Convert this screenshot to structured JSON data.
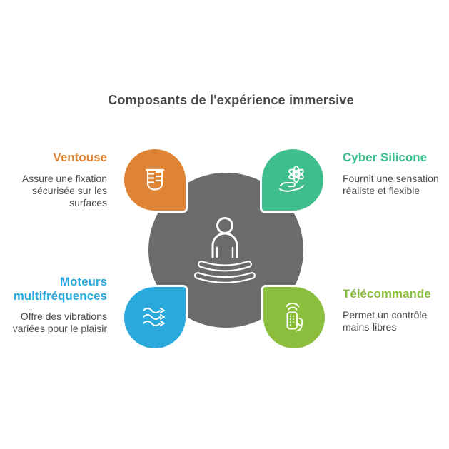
{
  "title": "Composants de l'expérience immersive",
  "colors": {
    "orange": "#de8434",
    "green": "#3ebe8d",
    "blue": "#29a9dc",
    "lime": "#8cbe3d",
    "center_gray": "#6b6b6b",
    "title_text": "#4a4a4a",
    "body_text": "#4d4d4d",
    "icon_stroke": "#ffffff"
  },
  "center": {
    "icon": "person-meditating-icon"
  },
  "quadrants": [
    {
      "id": "ventouse",
      "position": "top-left",
      "icon": "suction-cup-icon",
      "heading_lines": [
        "Ventouse"
      ],
      "body_lines": [
        "Assure une fixation",
        "sécurisée sur les",
        "surfaces"
      ]
    },
    {
      "id": "cyber-silicone",
      "position": "top-right",
      "icon": "atom-hand-icon",
      "heading_lines": [
        "Cyber Silicone"
      ],
      "body_lines": [
        "Fournit une sensation",
        "réaliste et flexible"
      ]
    },
    {
      "id": "moteurs-multifrequences",
      "position": "bottom-left",
      "icon": "vibration-waves-icon",
      "heading_lines": [
        "Moteurs",
        "multifréquences"
      ],
      "body_lines": [
        "Offre des vibrations",
        "variées pour le plaisir"
      ]
    },
    {
      "id": "telecommande",
      "position": "bottom-right",
      "icon": "remote-control-icon",
      "heading_lines": [
        "Télécommande"
      ],
      "body_lines": [
        "Permet un contrôle",
        "mains-libres"
      ]
    }
  ]
}
